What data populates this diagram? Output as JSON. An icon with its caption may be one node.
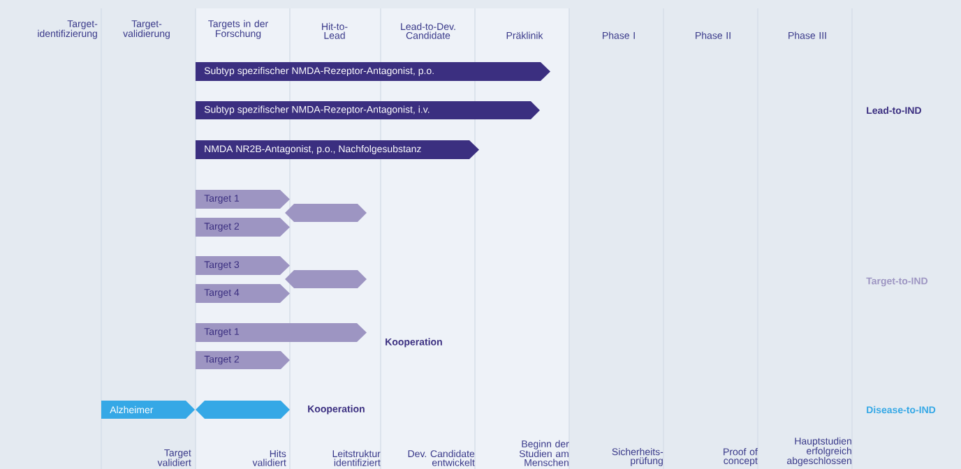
{
  "diagram": {
    "nodes": [
      {
        "text": [
          "Subtyp spezifischer NMDA-Rezeptor-Antagonist, p.o."
        ]
      },
      {
        "text": [
          "Subtyp spezifischer NMDA-Rezeptor-Antagonist, i.v."
        ]
      },
      {
        "text": [
          "NMDA NR2B-Antagonist, p.o., Nachfolgesubstanz"
        ]
      },
      {
        "text": [
          "Target 1"
        ]
      },
      {
        "text": [
          "Target 2"
        ]
      },
      {
        "text": [],
        "shape": "chevron"
      },
      {
        "text": [
          "Target 3"
        ]
      },
      {
        "text": [
          "Target 4"
        ]
      },
      {
        "text": [],
        "shape": "chevron"
      },
      {
        "text": [
          "Target 1"
        ]
      },
      {
        "text": [
          "Target 2"
        ]
      },
      {
        "text": [
          "Alzheimer"
        ]
      },
      {
        "text": [],
        "shape": "chevron"
      }
    ],
    "labels": [
      "Target-identifizierung",
      "Target-validierung",
      "Targets in der Forschung",
      "Hit-to-Lead",
      "Lead-to-Dev. Candidate",
      "Präklinik",
      "Phase I",
      "Phase II",
      "Phase III",
      "Lead-to-IND",
      "Target-to-IND",
      "Kooperation",
      "Kooperation",
      "Disease-to-IND",
      "Target validiert",
      "Hits validiert",
      "Leitstruktur identifiziert",
      "Dev. Candidate entwickelt",
      "Beginn der Studien am Menschen",
      "Sicherheits-prüfung",
      "Proof of concept",
      "Hauptstudien erfolgreich abgeschlossen"
    ]
  }
}
